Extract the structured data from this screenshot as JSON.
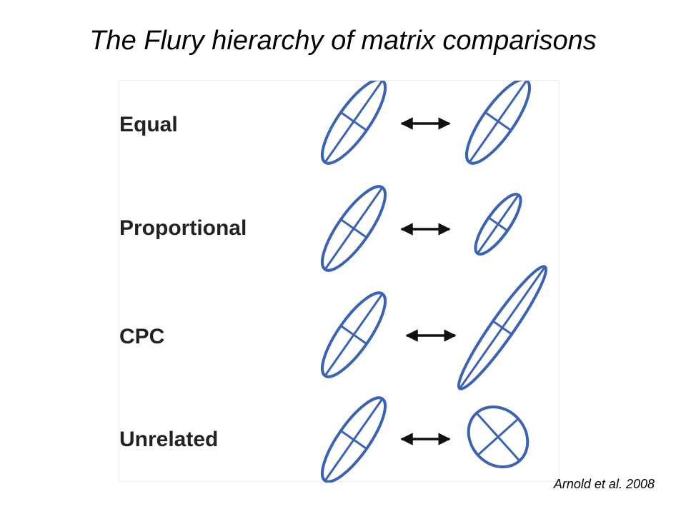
{
  "title": "The Flury hierarchy of matrix comparisons",
  "citation": "Arnold et al. 2008",
  "ellipse_color": "#3a63b5",
  "rows": [
    {
      "label": "Equal",
      "right_shape": "elongated-ellipse-same-size"
    },
    {
      "label": "Proportional",
      "right_shape": "elongated-ellipse-smaller"
    },
    {
      "label": "CPC",
      "right_shape": "elongated-ellipse-longer-narrower"
    },
    {
      "label": "Unrelated",
      "right_shape": "near-circle-rotated-axes"
    }
  ],
  "arrow_icon": "double-headed-arrow-icon"
}
